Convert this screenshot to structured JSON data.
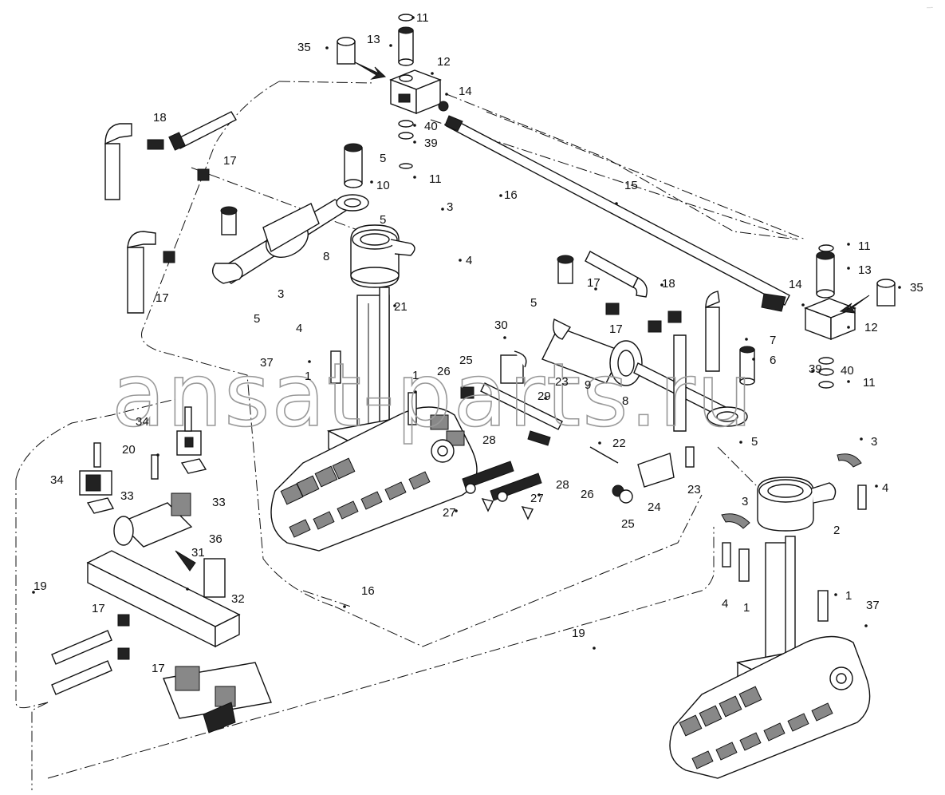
{
  "watermark": "ansat-parts.ru",
  "corner_mark": "–‐",
  "callouts": {
    "c11a": "11",
    "c13a": "13",
    "c35a": "35",
    "c12a": "12",
    "c14a": "14",
    "c40a": "40",
    "c39a": "39",
    "c11b": "11",
    "c18a": "18",
    "c17a": "17",
    "c5a": "5",
    "c10": "10",
    "c16a": "16",
    "c15": "15",
    "c5b": "5",
    "c3a": "3",
    "c8a": "8",
    "c4a": "4",
    "c21": "21",
    "c17b": "17",
    "c3b": "3",
    "c5c": "5",
    "c11c": "11",
    "c13b": "13",
    "c35b": "35",
    "c17c": "17",
    "c18b": "18",
    "c14b": "14",
    "c5d": "5",
    "c17d": "17",
    "c12b": "12",
    "c7": "7",
    "c6": "6",
    "c30": "30",
    "c4b": "4",
    "c37a": "37",
    "c1a": "1",
    "c1b": "1",
    "c26a": "26",
    "c25a": "25",
    "c23a": "23",
    "c9": "9",
    "c8b": "8",
    "c39b": "39",
    "c40b": "40",
    "c11d": "11",
    "c29": "29",
    "c34a": "34",
    "c20": "20",
    "c34b": "34",
    "c33a": "33",
    "c33b": "33",
    "c28a": "28",
    "c22": "22",
    "c5e": "5",
    "c3c": "3",
    "c28b": "28",
    "c24": "24",
    "c23b": "23",
    "c26b": "26",
    "c27a": "27",
    "c27b": "27",
    "c4c": "4",
    "c3d": "3",
    "c25b": "25",
    "c2": "2",
    "c36": "36",
    "c31": "31",
    "c19a": "19",
    "c32": "32",
    "c16b": "16",
    "c17e": "17",
    "c1c": "1",
    "c37b": "37",
    "c4d": "4",
    "c1d": "1",
    "c19b": "19",
    "c17f": "17"
  }
}
